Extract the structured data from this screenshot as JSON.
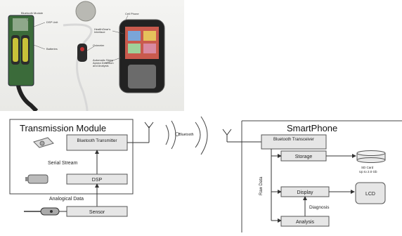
{
  "photo": {
    "labels": {
      "bluetooth_module": "Bluetooth Module",
      "dsp_unit": "DSP Unit",
      "batteries": "Batteries",
      "cell_phone": "Cell Phone",
      "healthgear_interface": "HealthGear's Interface",
      "oximeter": "Oximeter",
      "automatic_detection": "Automatic Sleep Apnea Detection and Analysis"
    }
  },
  "transmission_module": {
    "title": "Transmission Module",
    "bluetooth_transmitter": "Bluetooth Transmitter",
    "serial_stream": "Serial Stream",
    "dsp": "DSP",
    "analogical_data": "Analogical Data",
    "sensor": "Sensor"
  },
  "wireless": {
    "bluetooth_label": "Bluetooth"
  },
  "smartphone": {
    "title": "SmartPhone",
    "bluetooth_transceiver": "Bluetooth Transceiver",
    "storage": "Storage",
    "sd_card": "SD Card",
    "sd_capacity": "Up to 2.0 Gb",
    "display": "Display",
    "lcd": "LCD",
    "diagnosis": "Diagnosis",
    "analysis": "Analysis",
    "raw_data": "Raw Data"
  },
  "colors": {
    "box_fill": "#e6e6e6",
    "box_stroke": "#555555",
    "line": "#333333"
  }
}
